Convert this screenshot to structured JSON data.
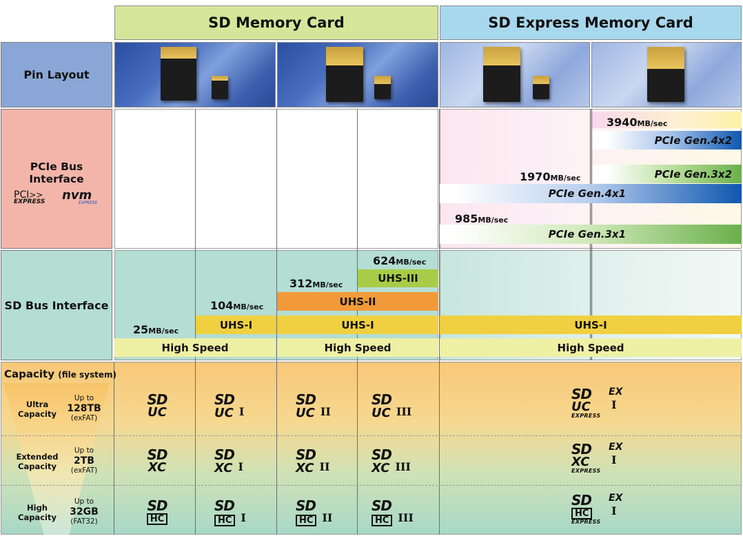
{
  "headers": {
    "sd_memory": "SD Memory Card",
    "sd_express": "SD Express Memory Card"
  },
  "rows": {
    "pin_layout": "Pin Layout",
    "pcie": "PCIe Bus Interface",
    "sd_bus": "SD Bus Interface"
  },
  "pcie_logos": {
    "pci": "PCI",
    "express": "EXPRESS",
    "nvm": "nvm",
    "nvm_express": "EXPRESS"
  },
  "speeds": {
    "s25": {
      "num": "25",
      "unit": "MB/sec"
    },
    "s104": {
      "num": "104",
      "unit": "MB/sec"
    },
    "s312": {
      "num": "312",
      "unit": "MB/sec"
    },
    "s624": {
      "num": "624",
      "unit": "MB/sec"
    },
    "s985": {
      "num": "985",
      "unit": "MB/sec"
    },
    "s1970": {
      "num": "1970",
      "unit": "MB/sec"
    },
    "s3940": {
      "num": "3940",
      "unit": "MB/sec"
    }
  },
  "bars": {
    "high_speed": "High Speed",
    "uhs1": "UHS-I",
    "uhs2": "UHS-II",
    "uhs3": "UHS-III",
    "pcie_g3x1": "PCIe Gen.3x1",
    "pcie_g4x1": "PCIe Gen.4x1",
    "pcie_g3x2": "PCIe Gen.3x2",
    "pcie_g4x2": "PCIe Gen.4x2"
  },
  "capacity": {
    "title": "Capacity",
    "title_sub": "(file system)",
    "ultra": {
      "name1": "Ultra",
      "name2": "Capacity",
      "upto": "Up to",
      "size": "128TB",
      "fs": "(exFAT)"
    },
    "extended": {
      "name1": "Extended",
      "name2": "Capacity",
      "upto": "Up to",
      "size": "2TB",
      "fs": "(exFAT)"
    },
    "high": {
      "name1": "High",
      "name2": "Capacity",
      "upto": "Up to",
      "size": "32GB",
      "fs": "(FAT32)"
    }
  },
  "logos": {
    "sd": "SD",
    "uc": "UC",
    "xc": "XC",
    "hc": "HC",
    "u1": "I",
    "u2": "II",
    "u3": "III",
    "ex": "EX",
    "express": "EXPRESS"
  },
  "colors": {
    "sd_header": "#d7e59a",
    "express_header": "#a8d8ee",
    "pin_label": "#8aa6d6",
    "pcie_label": "#f3b5aa",
    "sdbus_bg": "#b4ddd3",
    "uhs1": "#f0d040",
    "uhs2": "#f29a3a",
    "uhs3": "#a8cc48",
    "high_speed": "#eef0a4",
    "pcie_g4": "#1a5fb4",
    "pcie_g3": "#6ab04c",
    "capacity_top": "#f8c878",
    "capacity_bottom": "#a8d8c8"
  }
}
